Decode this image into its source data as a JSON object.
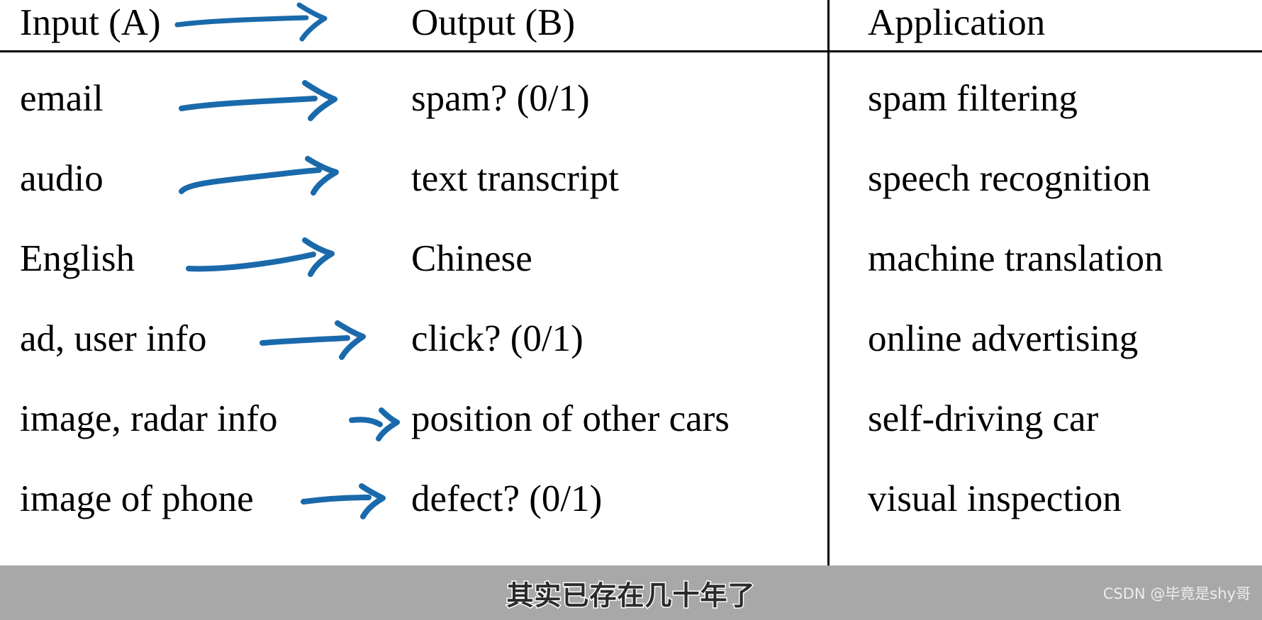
{
  "table": {
    "columns": [
      {
        "label": "Input (A)"
      },
      {
        "label": "Output (B)"
      },
      {
        "label": "Application"
      }
    ],
    "rows": [
      {
        "input": "email",
        "output": "spam? (0/1)",
        "application": "spam filtering"
      },
      {
        "input": "audio",
        "output": "text transcript",
        "application": "speech recognition"
      },
      {
        "input": "English",
        "output": "Chinese",
        "application": "machine translation"
      },
      {
        "input": "ad, user info",
        "output": "click? (0/1)",
        "application": "online advertising"
      },
      {
        "input": "image, radar info",
        "output": "position of other cars",
        "application": "self-driving car"
      },
      {
        "input": "image of phone",
        "output": "defect? (0/1)",
        "application": "visual inspection"
      }
    ]
  },
  "arrow": {
    "icon": "hand-drawn-arrow-icon",
    "color": "#1a6aab"
  },
  "watermark": {
    "chinese_text": "其实已存在几十年了",
    "credit": "CSDN @毕竟是shy哥",
    "bar_color": "#a8a8a8"
  },
  "style": {
    "rule_color": "#000000",
    "text_color": "#000000",
    "background": "#ffffff"
  }
}
